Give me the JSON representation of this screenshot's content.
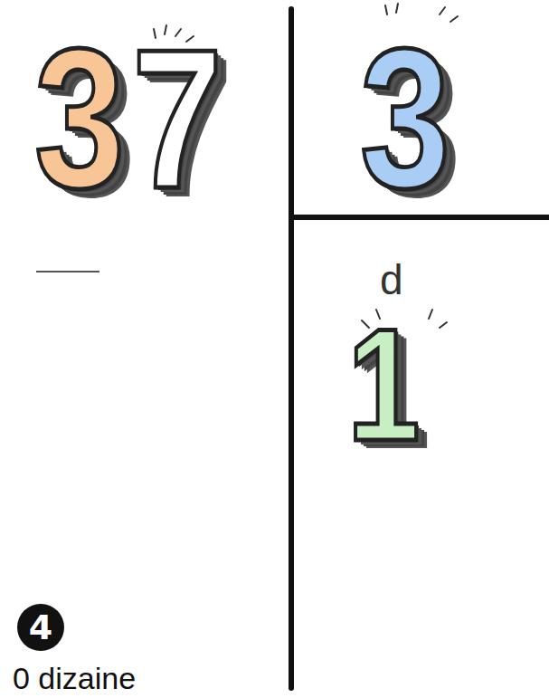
{
  "diagram": {
    "nodes": [
      {
        "text": [
          "4"
        ]
      }
    ],
    "labels": [
      "3",
      "7",
      "3",
      "d",
      "1",
      "0 dizaine"
    ]
  }
}
